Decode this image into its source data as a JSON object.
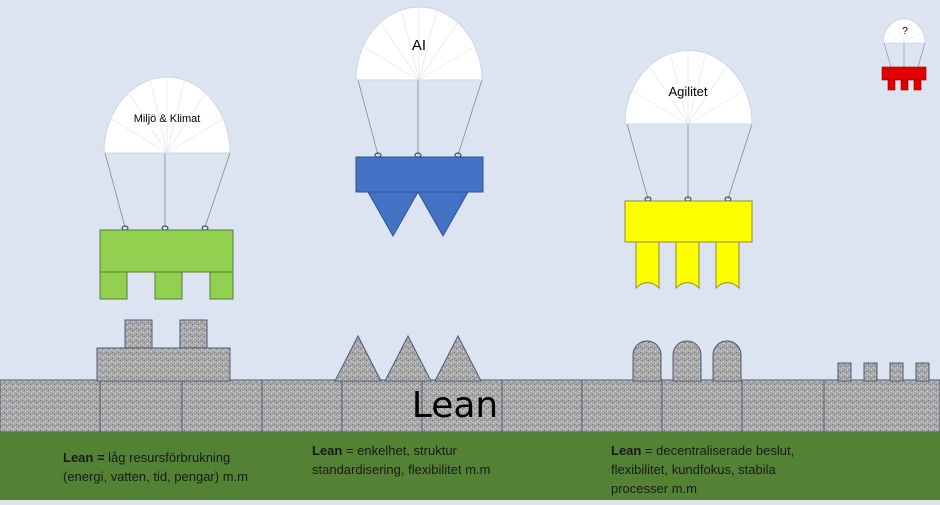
{
  "parachutes": {
    "miljo": {
      "label": "Miljö & Klimat",
      "color": "#92d050"
    },
    "ai": {
      "label": "AI",
      "color": "#4472c4"
    },
    "agilitet": {
      "label": "Agilitet",
      "color": "#ffff00"
    },
    "unknown": {
      "label": "?",
      "color": "#e00000"
    }
  },
  "ground": {
    "title": "Lean",
    "grass_color": "#548235"
  },
  "captions": [
    {
      "term": "Lean =",
      "text_line1": " låg resursförbrukning",
      "text_line2": "(energi, vatten, tid, pengar) m.m",
      "text_line3": ""
    },
    {
      "term": "Lean",
      "text_line1": " = enkelhet, struktur",
      "text_line2": "standardisering, flexibilitet m.m",
      "text_line3": ""
    },
    {
      "term": "Lean",
      "text_line1": " = decentraliserade beslut,",
      "text_line2": "flexibilitet, kundfokus, stabila",
      "text_line3": "processer m.m"
    }
  ]
}
